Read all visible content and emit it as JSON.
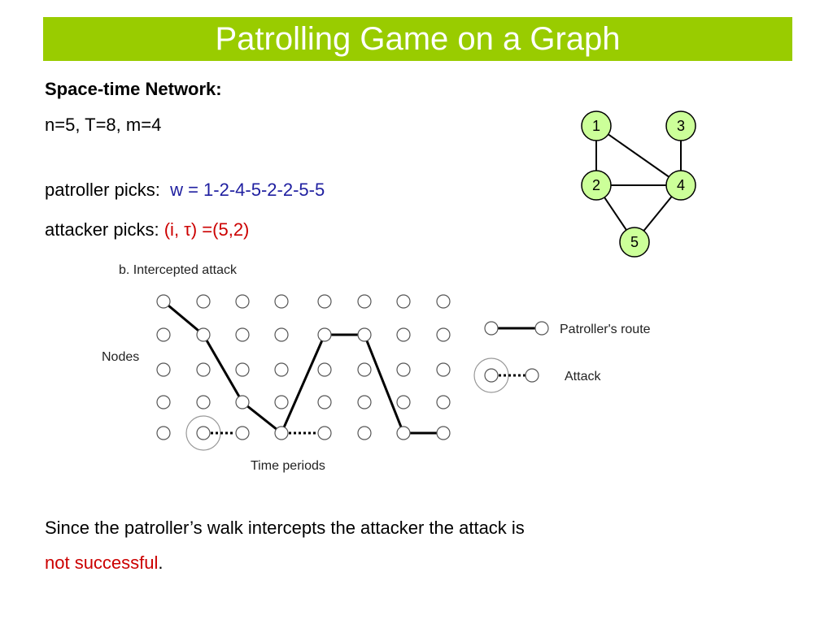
{
  "title": "Patrolling Game on a Graph",
  "heading": "Space-time Network:",
  "params": "n=5, T=8, m=4",
  "patroller": {
    "prefix": "patroller picks:",
    "value": "w = 1-2-4-5-2-2-5-5"
  },
  "attacker": {
    "prefix": "attacker picks:",
    "value": "(i, τ) =(5,2)"
  },
  "conclusion": {
    "line1": "Since the patroller’s walk intercepts the attacker the attack is",
    "highlight": "not successful",
    "end": "."
  },
  "graph": {
    "nodes": [
      "1",
      "2",
      "3",
      "4",
      "5"
    ],
    "edges": [
      [
        "1",
        "2"
      ],
      [
        "1",
        "4"
      ],
      [
        "3",
        "4"
      ],
      [
        "2",
        "4"
      ],
      [
        "2",
        "5"
      ],
      [
        "4",
        "5"
      ]
    ],
    "node_color": "#ccff99"
  },
  "figure": {
    "caption": "b.  Intercepted attack",
    "ylabel": "Nodes",
    "xlabel": "Time periods",
    "legend_route": "Patroller's route",
    "legend_attack": "Attack"
  },
  "colors": {
    "title_bg": "#99cc00",
    "blue": "#1f1fa0",
    "red": "#cc0000"
  }
}
